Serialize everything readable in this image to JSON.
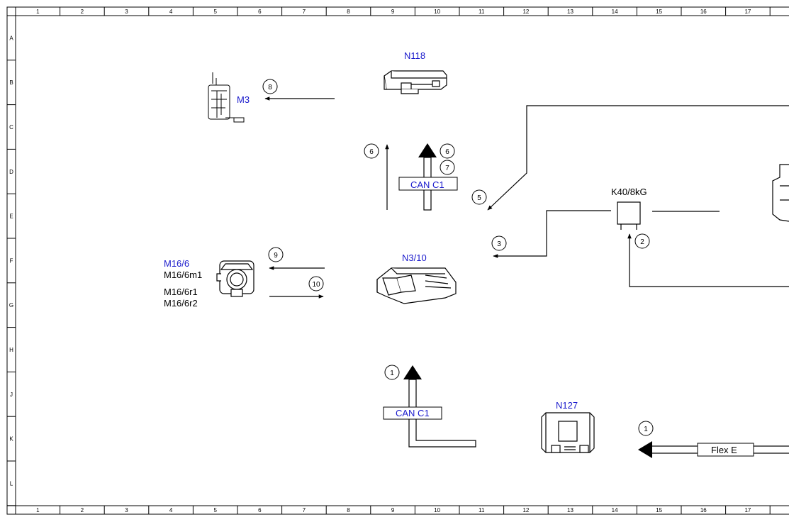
{
  "frame": {
    "columns": [
      "1",
      "2",
      "3",
      "4",
      "5",
      "6",
      "7",
      "8",
      "9",
      "10",
      "11",
      "12",
      "13",
      "14",
      "15",
      "16",
      "17"
    ],
    "rows": [
      "A",
      "B",
      "C",
      "D",
      "E",
      "F",
      "G",
      "H",
      "J",
      "K",
      "L"
    ]
  },
  "components": {
    "n118": "N118",
    "m3": "M3",
    "k40": "K40/8kG",
    "n3_10": "N3/10",
    "m16_6": "M16/6",
    "m16_6m1": "M16/6m1",
    "m16_6r1": "M16/6r1",
    "m16_6r2": "M16/6r2",
    "n127": "N127"
  },
  "buses": {
    "can_c1_upper": "CAN C1",
    "can_c1_lower": "CAN C1",
    "flex_e": "Flex E"
  },
  "signals": {
    "s8": "8",
    "s6_left": "6",
    "s6_right": "6",
    "s7": "7",
    "s5": "5",
    "s3": "3",
    "s2": "2",
    "s9": "9",
    "s10": "10",
    "s1_lower": "1",
    "s1_right": "1"
  },
  "colors": {
    "label_blue": "#1a1acc",
    "bus_blue": "#1a1acc",
    "line": "#000000"
  }
}
